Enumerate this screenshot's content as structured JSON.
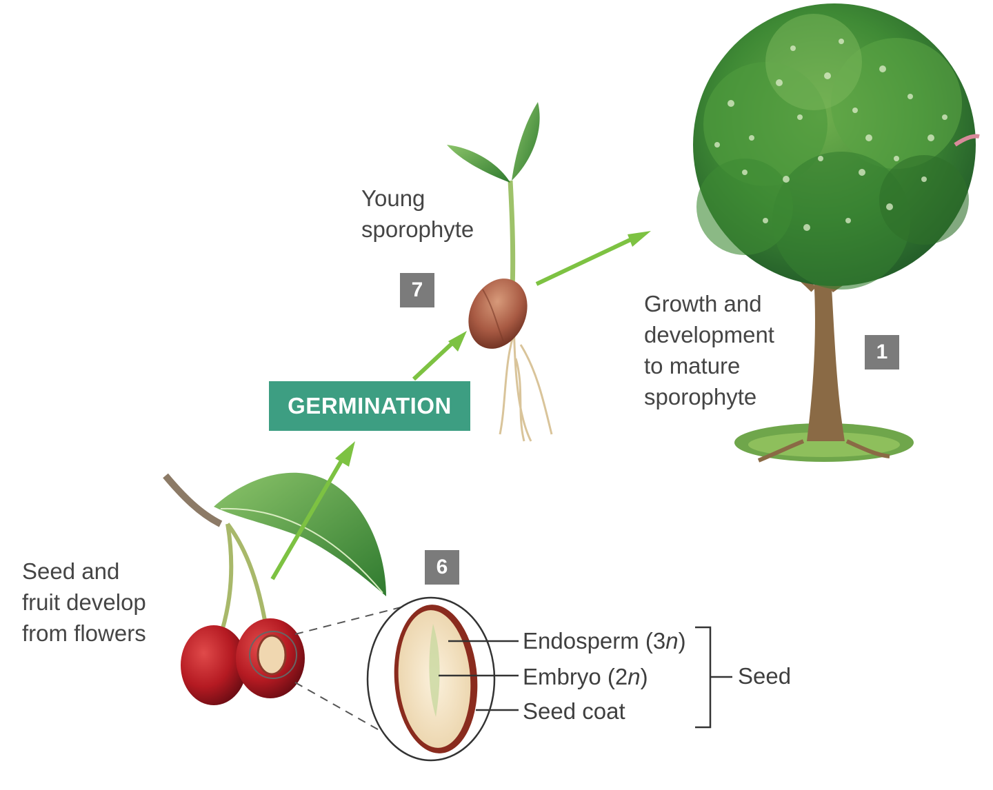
{
  "labels": {
    "young_sporophyte": [
      "Young",
      "sporophyte"
    ],
    "growth": [
      "Growth and",
      "development",
      "to mature",
      "sporophyte"
    ],
    "seed_fruit": [
      "Seed and",
      "fruit develop",
      "from flowers"
    ],
    "germination": "GERMINATION",
    "seed": "Seed"
  },
  "steps": {
    "one": "1",
    "six": "6",
    "seven": "7"
  },
  "seed_parts": {
    "endosperm": {
      "name": "Endosperm (3",
      "ploidy": "n",
      "close": ")"
    },
    "embryo": {
      "name": "Embryo (2",
      "ploidy": "n",
      "close": ")"
    },
    "seed_coat": {
      "name": "Seed coat"
    }
  },
  "colors": {
    "arrow_green": "#7dc242",
    "germination_box": "#3d9e82",
    "step_box": "#7b7b7b",
    "cherry_red": "#b51a22",
    "tree_green": "#3f8a35"
  }
}
